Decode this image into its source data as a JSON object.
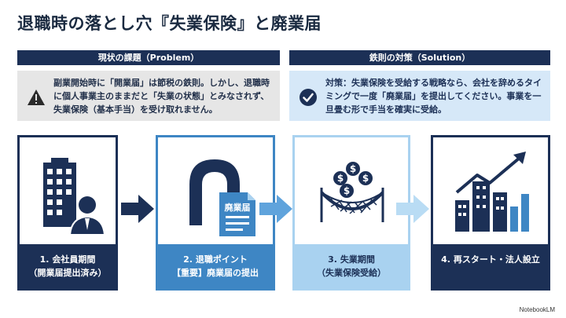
{
  "title": "退職時の落とし穴『失業保険』と廃業届",
  "problem": {
    "header": "現状の課題（Problem）",
    "text": "副業開始時に「開業届」は節税の鉄則。しかし、退職時に個人事業主のままだと「失業の状態」とみなされず、失業保険（基本手当）を受け取れません。",
    "icon": "warning-icon"
  },
  "solution": {
    "header": "鉄則の対策（Solution）",
    "text": "対策：失業保険を受給する戦略なら、会社を辞めるタイミングで一度「廃業届」を提出してください。事業を一旦畳む形で手当を確実に受給。",
    "icon": "check-circle-icon"
  },
  "steps": [
    {
      "line1": "1. 会社員期間",
      "line2": "（開業届提出済み）",
      "icon": "office-worker-icon"
    },
    {
      "line1": "2. 退職ポイント",
      "line2": "【重要】廃業届の提出",
      "icon": "closure-document-icon",
      "doc_label": "廃業届"
    },
    {
      "line1": "3. 失業期間",
      "line2": "（失業保険受給）",
      "icon": "hammock-money-icon"
    },
    {
      "line1": "4. 再スタート・法人設立",
      "line2": "",
      "icon": "growth-buildings-icon"
    }
  ],
  "colors": {
    "navy": "#1c3056",
    "blue": "#3e86c4",
    "light_blue": "#a9d2f0",
    "pale": "#d6e8f8"
  },
  "brand": "NotebookLM"
}
